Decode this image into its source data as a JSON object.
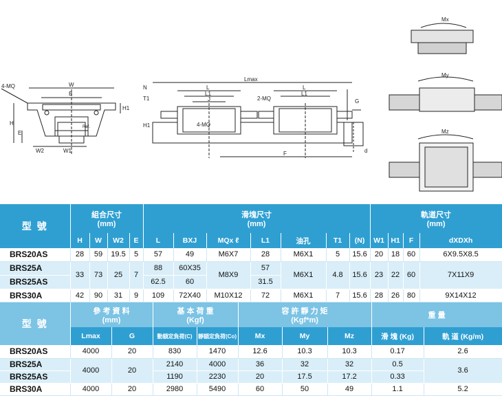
{
  "drawings": {
    "left_labels": {
      "four_mq": "4-MQ",
      "w": "W",
      "b": "B",
      "h": "H",
      "e": "E",
      "w2": "W2",
      "w1": "W1",
      "h1": "H1",
      "ref": "Ref."
    },
    "middle_labels": {
      "lmax": "Lmax",
      "l": "L",
      "l1": "L1",
      "j": "J",
      "n": "N",
      "t1": "T1",
      "h1": "H1",
      "two_mq": "2-MQ",
      "four_mq": "4-MQ",
      "f": "F",
      "g": "G",
      "d": "d"
    },
    "right_labels": {
      "mx": "Mx",
      "my": "My",
      "mz": "Mz"
    }
  },
  "table1": {
    "model_header": "型 號",
    "group_assembly": "組合尺寸",
    "group_assembly_unit": "(mm)",
    "group_block": "滑塊尺寸",
    "group_block_unit": "(mm)",
    "group_rail": "軌道尺寸",
    "group_rail_unit": "(mm)",
    "cols": [
      "H",
      "W",
      "W2",
      "E",
      "L",
      "BXJ",
      "MQx ℓ",
      "L1",
      "油孔",
      "T1",
      "(N)",
      "W1",
      "H1",
      "F",
      "dXDXh"
    ],
    "rows": {
      "brs20as": {
        "model": "BRS20AS",
        "H": "28",
        "W": "59",
        "W2": "19.5",
        "E": "5",
        "L": "57",
        "BXJ": "49",
        "MQ": "M6X7",
        "L1": "28",
        "oil": "M6X1",
        "T1": "5",
        "N": "15.6",
        "W1": "20",
        "H1": "18",
        "F": "60",
        "dDh": "6X9.5X8.5"
      },
      "brs25a": {
        "model": "BRS25A",
        "L": "88",
        "BXJ": "60X35",
        "L1": "57"
      },
      "brs25as": {
        "model": "BRS25AS",
        "L": "62.5",
        "BXJ": "60",
        "L1": "31.5"
      },
      "brs25": {
        "H": "33",
        "W": "73",
        "W2": "25",
        "E": "7",
        "MQ": "M8X9",
        "oil": "M6X1",
        "T1": "4.8",
        "N": "15.6",
        "W1": "23",
        "H1": "22",
        "F": "60",
        "dDh": "7X11X9"
      },
      "brs30a": {
        "model": "BRS30A",
        "H": "42",
        "W": "90",
        "W2": "31",
        "E": "9",
        "L": "109",
        "BXJ": "72X40",
        "MQ": "M10X12",
        "L1": "72",
        "oil": "M6X1",
        "T1": "7",
        "N": "15.6",
        "W1": "28",
        "H1": "26",
        "F": "80",
        "dDh": "9X14X12"
      }
    }
  },
  "table2": {
    "model_header": "型 號",
    "group_ref": "參 考 資 料",
    "group_ref_unit": "(mm)",
    "group_load": "基 本 荷 重",
    "group_load_unit": "(Kgf)",
    "group_moment": "容 許 靜 力 矩",
    "group_moment_unit": "(Kgf*m)",
    "group_weight": "重 量",
    "cols": {
      "lmax": "Lmax",
      "g": "G",
      "c": "動額定負荷(C)",
      "co": "靜額定負荷(Co)",
      "mx": "Mx",
      "my": "My",
      "mz": "Mz",
      "block": "滑 塊 (Kg)",
      "rail": "軌 道 (Kg/m)"
    },
    "rows": {
      "brs20as": {
        "model": "BRS20AS",
        "lmax": "4000",
        "g": "20",
        "c": "830",
        "co": "1470",
        "mx": "12.6",
        "my": "10.3",
        "mz": "10.3",
        "block": "0.17",
        "rail": "2.6"
      },
      "brs25a": {
        "model": "BRS25A",
        "c": "2140",
        "co": "4000",
        "mx": "36",
        "my": "32",
        "mz": "32",
        "block": "0.5"
      },
      "brs25as": {
        "model": "BRS25AS",
        "c": "1190",
        "co": "2230",
        "mx": "20",
        "my": "17.5",
        "mz": "17.2",
        "block": "0.33"
      },
      "brs25": {
        "lmax": "4000",
        "g": "20",
        "rail": "3.6"
      },
      "brs30a": {
        "model": "BRS30A",
        "lmax": "4000",
        "g": "20",
        "c": "2980",
        "co": "5490",
        "mx": "60",
        "my": "50",
        "mz": "49",
        "block": "1.1",
        "rail": "5.2"
      }
    }
  }
}
